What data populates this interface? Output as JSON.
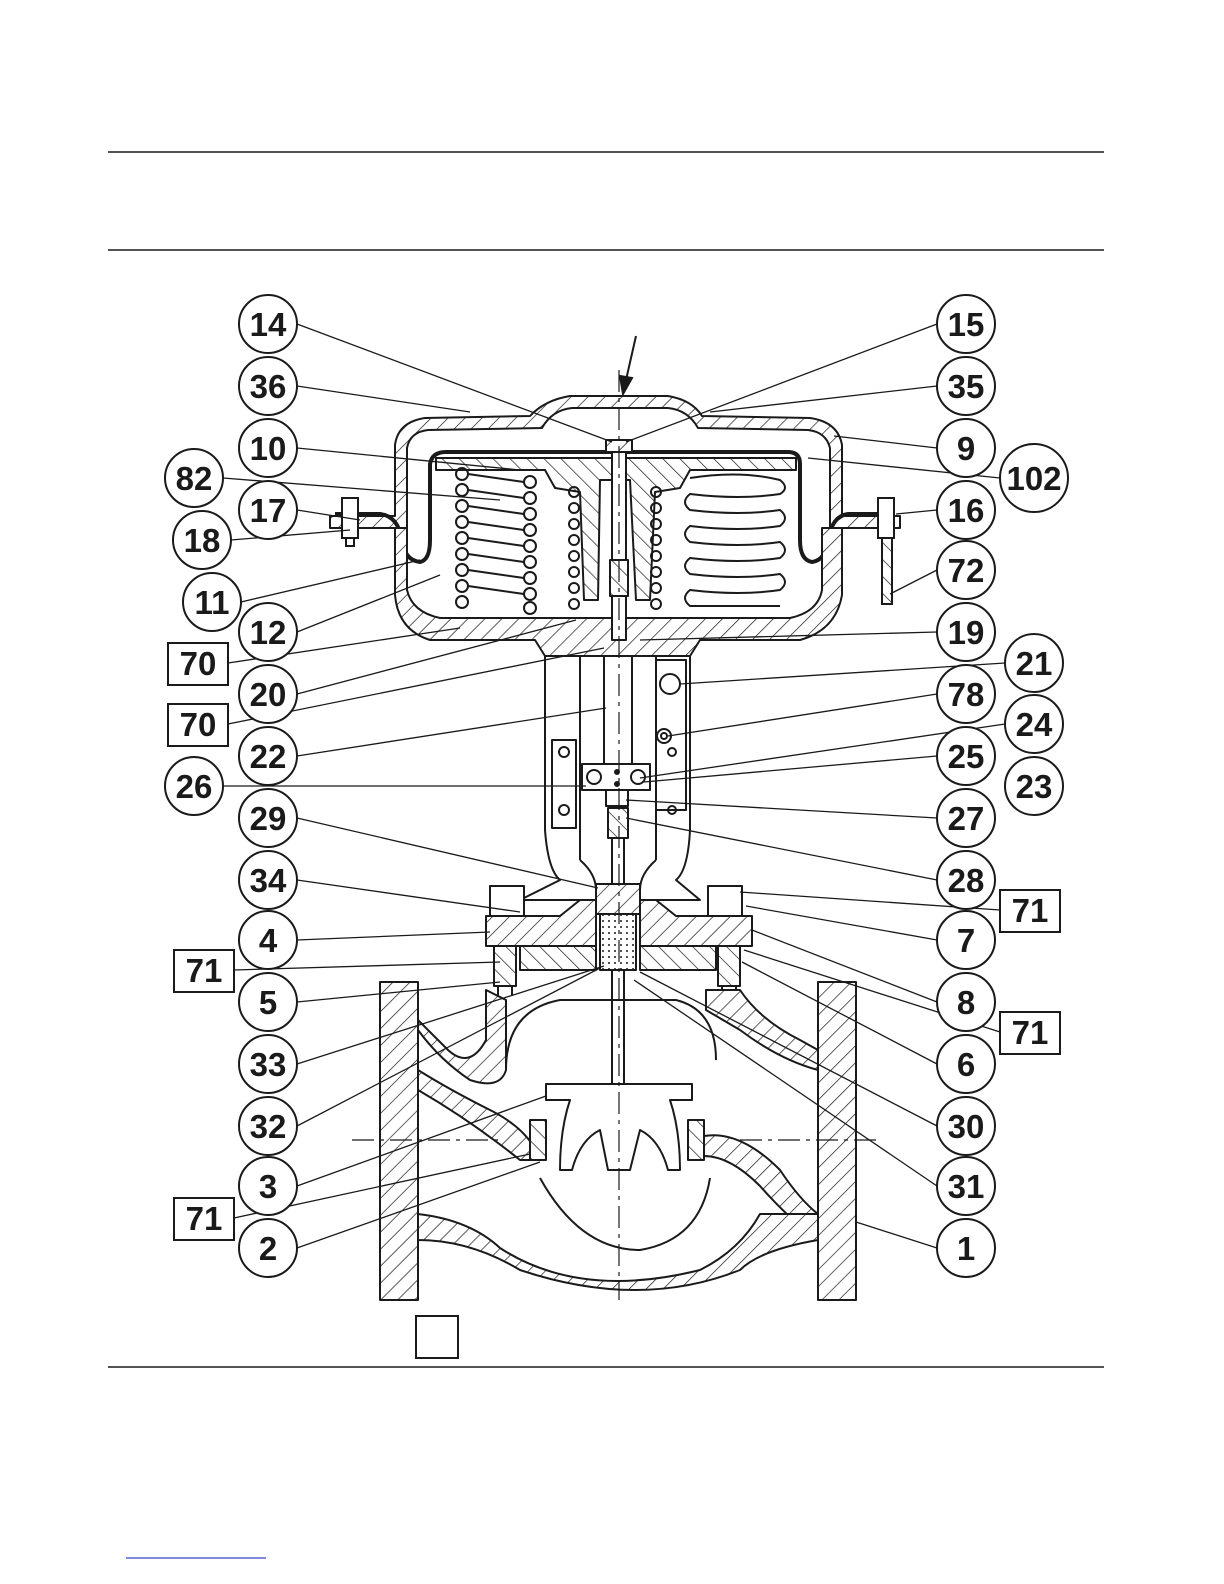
{
  "callouts": {
    "left": [
      "14",
      "36",
      "10",
      "82",
      "17",
      "18",
      "11",
      "12",
      "70",
      "20",
      "70",
      "22",
      "26",
      "29",
      "34",
      "4",
      "71",
      "5",
      "33",
      "32",
      "3",
      "71",
      "2"
    ],
    "right": [
      "15",
      "35",
      "9",
      "102",
      "16",
      "72",
      "19",
      "21",
      "78",
      "24",
      "25",
      "23",
      "27",
      "28",
      "71",
      "7",
      "8",
      "71",
      "6",
      "30",
      "31",
      "1"
    ]
  },
  "colors": {
    "line": "#1a1a1a",
    "background": "#ffffff"
  }
}
